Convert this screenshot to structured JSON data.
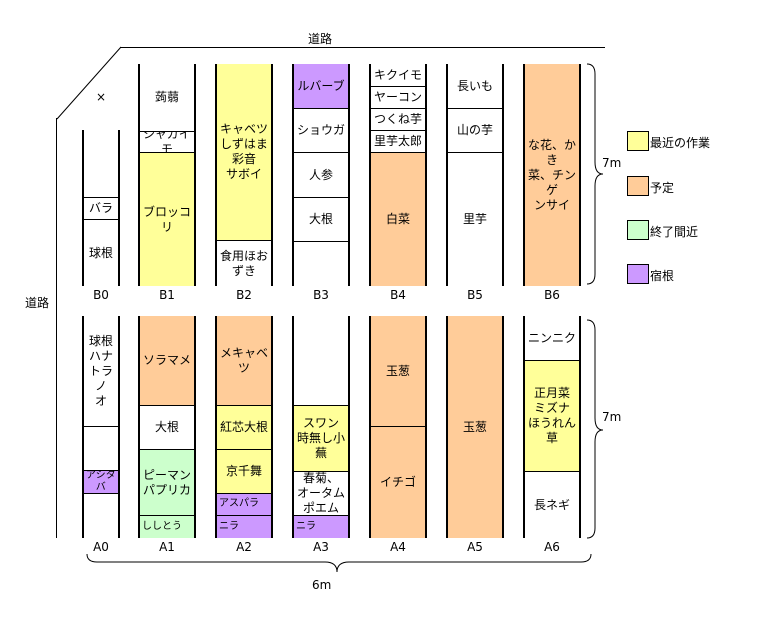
{
  "colors": {
    "recent": "#ffff99",
    "planned": "#ffcc99",
    "ending": "#ccffcc",
    "perennial": "#cc99ff"
  },
  "roads": {
    "top": "道路",
    "left": "道路"
  },
  "dimensions": {
    "top_len": "7m",
    "bottom_len": "7m",
    "width": "6m"
  },
  "legend": [
    {
      "label": "最近の作業",
      "color": "#ffff99"
    },
    {
      "label": "予定",
      "color": "#ffcc99"
    },
    {
      "label": "終了間近",
      "color": "#ccffcc"
    },
    {
      "label": "宿根",
      "color": "#cc99ff"
    }
  ],
  "top_beds": [
    {
      "id": "B0",
      "segments": [
        {
          "text": "",
          "color": "#ffffff"
        },
        {
          "text": "バラ",
          "color": "#ffffff"
        },
        {
          "text": "球根",
          "color": "#ffffff"
        }
      ],
      "note": "×"
    },
    {
      "id": "B1",
      "segments": [
        {
          "text": "蒟蒻",
          "color": "#ffffff"
        },
        {
          "text": "ジャガイモ",
          "color": "#ffffff"
        },
        {
          "text": "ブロッコリ",
          "color": "#ffff99"
        }
      ]
    },
    {
      "id": "B2",
      "segments": [
        {
          "text": "キャベツ\nしずはま\n彩音\nサボイ",
          "color": "#ffff99"
        },
        {
          "text": "食用ほお\nずき",
          "color": "#ffffff"
        }
      ]
    },
    {
      "id": "B3",
      "segments": [
        {
          "text": "ルバーブ",
          "color": "#cc99ff"
        },
        {
          "text": "ショウガ",
          "color": "#ffffff"
        },
        {
          "text": "人参",
          "color": "#ffffff"
        },
        {
          "text": "大根",
          "color": "#ffffff"
        },
        {
          "text": "",
          "color": "#ffffff"
        }
      ]
    },
    {
      "id": "B4",
      "segments": [
        {
          "text": "キクイモ",
          "color": "#ffffff"
        },
        {
          "text": "ヤーコン",
          "color": "#ffffff"
        },
        {
          "text": "つくね芋",
          "color": "#ffffff"
        },
        {
          "text": "里芋太郎",
          "color": "#ffffff"
        },
        {
          "text": "白菜",
          "color": "#ffcc99"
        }
      ]
    },
    {
      "id": "B5",
      "segments": [
        {
          "text": "長いも",
          "color": "#ffffff"
        },
        {
          "text": "山の芋",
          "color": "#ffffff"
        },
        {
          "text": "里芋",
          "color": "#ffffff"
        }
      ]
    },
    {
      "id": "B6",
      "segments": [
        {
          "text": "な花、かき\n菜、チンゲ\nンサイ",
          "color": "#ffcc99"
        }
      ]
    }
  ],
  "bottom_beds": [
    {
      "id": "A0",
      "segments": [
        {
          "text": "球根\nハナ\nトラノ\nオ",
          "color": "#ffffff"
        },
        {
          "text": "",
          "color": "#ffffff"
        },
        {
          "text": "アシタ\nバ",
          "color": "#cc99ff"
        },
        {
          "text": "",
          "color": "#ffffff"
        }
      ]
    },
    {
      "id": "A1",
      "segments": [
        {
          "text": "ソラマメ",
          "color": "#ffcc99"
        },
        {
          "text": "大根",
          "color": "#ffffff"
        },
        {
          "text": "ピーマン\nパプリカ",
          "color": "#ccffcc"
        },
        {
          "text": "ししとう",
          "color": "#ccffcc"
        }
      ]
    },
    {
      "id": "A2",
      "segments": [
        {
          "text": "メキャベ\nツ",
          "color": "#ffcc99"
        },
        {
          "text": "紅芯大根",
          "color": "#ffff99"
        },
        {
          "text": "京千舞",
          "color": "#ffff99"
        },
        {
          "text": "アスパラ",
          "color": "#cc99ff"
        },
        {
          "text": "ニラ",
          "color": "#cc99ff"
        }
      ]
    },
    {
      "id": "A3",
      "segments": [
        {
          "text": "",
          "color": "#ffffff"
        },
        {
          "text": "スワン\n時無し小\n蕪",
          "color": "#ffff99"
        },
        {
          "text": "春菊、\nオータム\nポエム",
          "color": "#ffffff"
        },
        {
          "text": "ニラ",
          "color": "#cc99ff"
        }
      ]
    },
    {
      "id": "A4",
      "segments": [
        {
          "text": "玉葱",
          "color": "#ffcc99"
        },
        {
          "text": "イチゴ",
          "color": "#ffcc99"
        }
      ]
    },
    {
      "id": "A5",
      "segments": [
        {
          "text": "玉葱",
          "color": "#ffcc99"
        }
      ]
    },
    {
      "id": "A6",
      "segments": [
        {
          "text": "ニンニク",
          "color": "#ffffff"
        },
        {
          "text": "正月菜\nミズナ\nほうれん\n草",
          "color": "#ffff99"
        },
        {
          "text": "長ネギ",
          "color": "#ffffff"
        }
      ]
    }
  ]
}
